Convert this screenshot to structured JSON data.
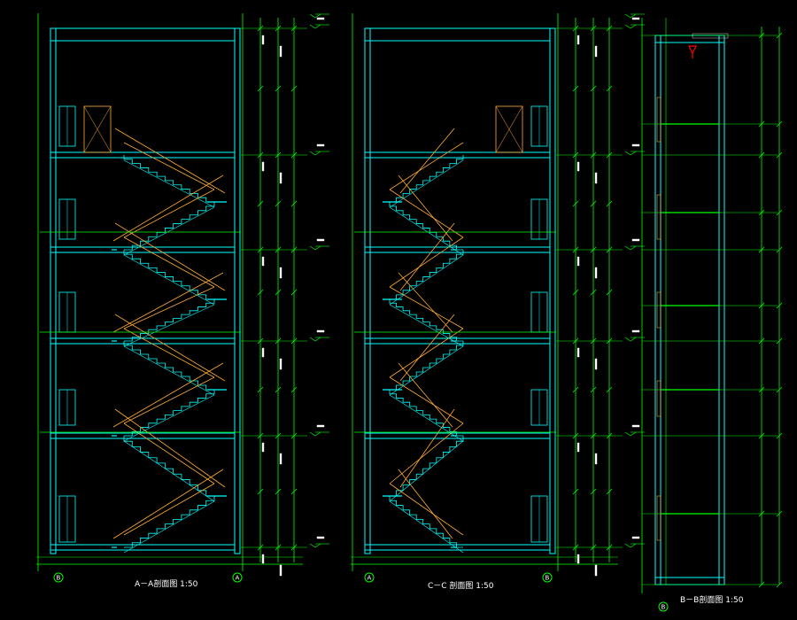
{
  "colors": {
    "background": "#000000",
    "dim_line": "#00ff00",
    "wall": "#00ffff",
    "stair": "#ffaa33",
    "text": "#ffffff",
    "marker": "#ff0000"
  },
  "titles": {
    "section_aa": "A－A剖面图 1:50",
    "section_cc": "C－C 剖面图 1:50",
    "section_bb": "B－B剖面图 1:50"
  },
  "axis_labels": {
    "aa_left": "B",
    "aa_right": "A",
    "cc_left": "A",
    "cc_right": "B",
    "bb": "B"
  }
}
